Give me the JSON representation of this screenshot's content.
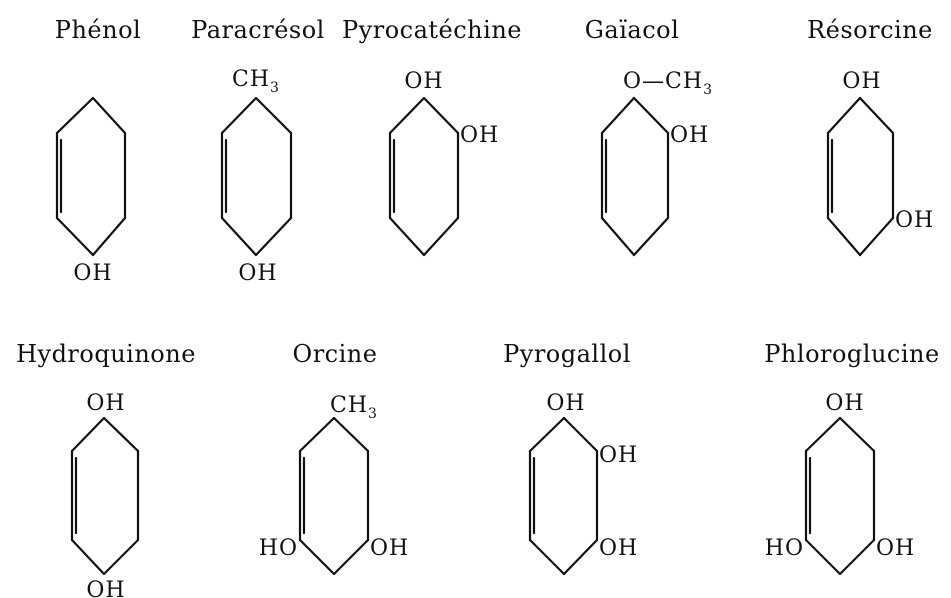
{
  "compounds": [
    {
      "name": "Phénol",
      "subs": {
        "bottom": "OH"
      }
    },
    {
      "name": "Paracrésol",
      "subs": {
        "top": "CH3",
        "bottom": "OH"
      }
    },
    {
      "name": "Pyrocatéchine",
      "subs": {
        "top": "OH",
        "topright": "OH"
      }
    },
    {
      "name": "Gaïacol",
      "subs": {
        "top": "O—CH3",
        "topright": "OH"
      }
    },
    {
      "name": "Résorcine",
      "subs": {
        "top": "OH",
        "bottomright": "OH"
      }
    },
    {
      "name": "Hydroquinone",
      "subs": {
        "top": "OH",
        "bottom": "OH"
      }
    },
    {
      "name": "Orcine",
      "subs": {
        "top": "CH3",
        "bottomleft": "HO",
        "bottomright": "OH"
      }
    },
    {
      "name": "Pyrogallol",
      "subs": {
        "top": "OH",
        "topright": "OH",
        "bottomright": "OH"
      }
    },
    {
      "name": "Phloroglucine",
      "subs": {
        "top": "OH",
        "bottomleft": "HO",
        "bottomright": "OH"
      }
    }
  ]
}
